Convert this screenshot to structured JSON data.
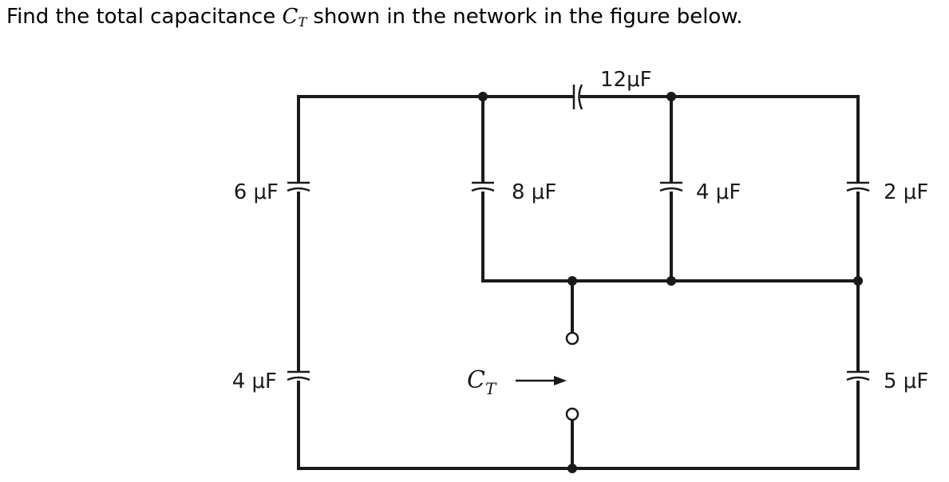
{
  "question": {
    "before": "Find the total capacitance ",
    "var_main": "C",
    "var_sub": "T",
    "after": " shown in the network in the figure below."
  },
  "circuit": {
    "capacitors": [
      {
        "id": "c12",
        "label": "12μF"
      },
      {
        "id": "c6",
        "label": "6 μF"
      },
      {
        "id": "c8",
        "label": "8 μF"
      },
      {
        "id": "c4a",
        "label": "4 μF"
      },
      {
        "id": "c2",
        "label": "2 μF"
      },
      {
        "id": "c4b",
        "label": "4 μF"
      },
      {
        "id": "c5",
        "label": "5 μF"
      }
    ],
    "ct_label": {
      "main": "C",
      "sub": "T"
    }
  }
}
